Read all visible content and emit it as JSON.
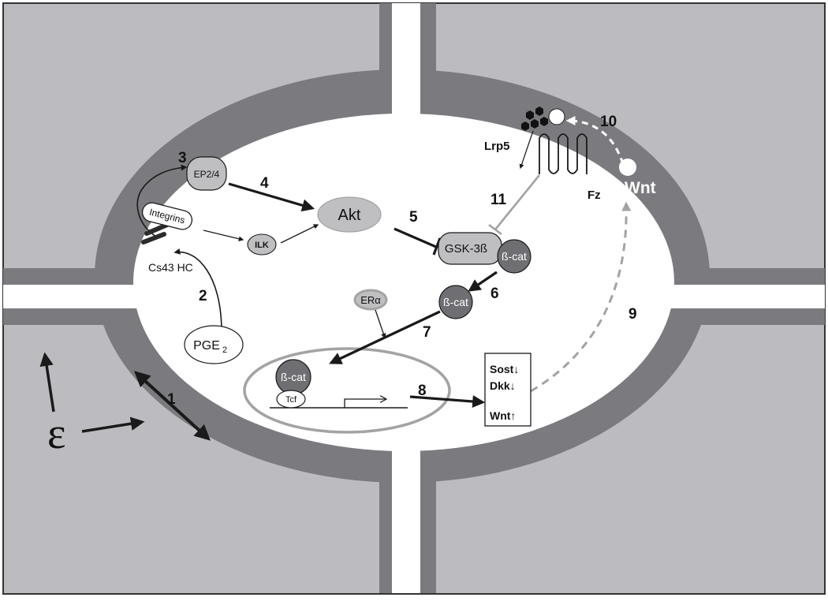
{
  "colors": {
    "matrix": "#bcbcc0",
    "membrane": "#7b7b7f",
    "cytoplasm": "#ffffff",
    "protein_fill": "#bfbfc2",
    "dark_protein": "#6f6f73",
    "signal_arrow": "#1a1a1a",
    "wnt_feedback_arrow": "#a3a3a3",
    "connexin_channel": "#2b2b2b"
  },
  "labels": {
    "ep": "EP2/4",
    "integrins": "Integrins",
    "cx43": "Cs43 HC",
    "pge2_main": "PGE",
    "pge2_sub": "2",
    "akt": "Akt",
    "ilk": "ILK",
    "gsk": "GSK-3ß",
    "bcat_membrane": "ß-cat",
    "bcat_cyto": "ß-cat",
    "bcat_nuclear": "ß-cat",
    "era": "ERα",
    "tcf": "Tcf",
    "lrp5": "Lrp5",
    "fz": "Fz",
    "wnt": "Wnt",
    "strain": "ε",
    "box_sost": "Sost↓",
    "box_dkk": "Dkk↓",
    "box_wnt": "Wnt↑"
  },
  "steps": [
    "1",
    "2",
    "3",
    "4",
    "5",
    "6",
    "7",
    "8",
    "9",
    "10",
    "11"
  ]
}
